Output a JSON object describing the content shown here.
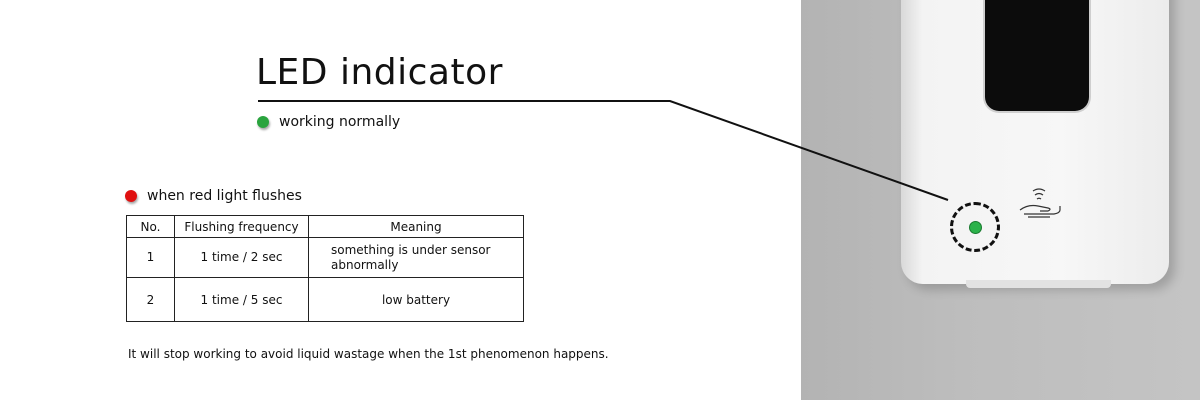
{
  "title": "LED indicator",
  "working": {
    "label": "working normally",
    "color": "#2aa43e"
  },
  "red": {
    "label": "when red light flushes",
    "color": "#e01010"
  },
  "table": {
    "headers": [
      "No.",
      "Flushing frequency",
      "Meaning"
    ],
    "rows": [
      {
        "no": "1",
        "frequency": "1 time / 2 sec",
        "meaning": "something is under sensor abnormally"
      },
      {
        "no": "2",
        "frequency": "1 time / 5 sec",
        "meaning": "low battery"
      }
    ]
  },
  "note": "It will stop working to avoid liquid wastage when the 1st phenomenon happens.",
  "photo": {
    "led_color": "#2bb24a",
    "icon": "hand-sensor-icon"
  }
}
